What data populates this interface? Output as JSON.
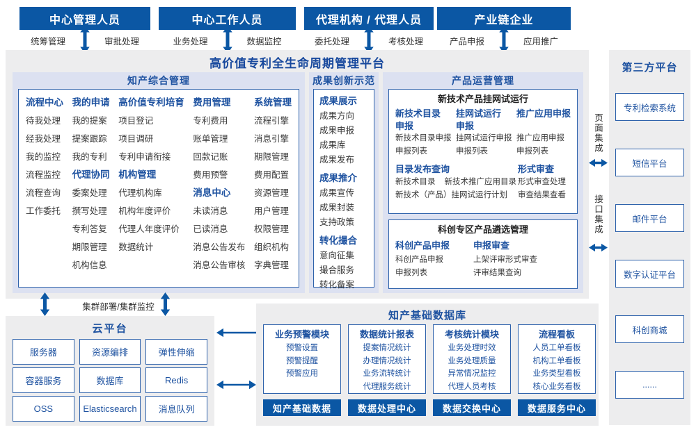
{
  "colors": {
    "primary": "#0b57a4",
    "accent_text": "#1e52a0",
    "panel_bg": "#ededee",
    "section_bg": "#dce1f1",
    "box_border": "#2e62ab",
    "item_text": "#3a3a3a"
  },
  "top_roles": [
    {
      "title": "中心管理人员",
      "left_label": "统筹管理",
      "right_label": "审批处理"
    },
    {
      "title": "中心工作人员",
      "left_label": "业务处理",
      "right_label": "数据监控"
    },
    {
      "title": "代理机构 / 代理人员",
      "left_label": "委托处理",
      "right_label": "考核处理"
    },
    {
      "title": "产业链企业",
      "left_label": "产品申报",
      "right_label": "应用推广"
    }
  ],
  "platform": {
    "title": "高价值专利全生命周期管理平台",
    "sections": {
      "zhichan": {
        "title": "知产综合管理",
        "columns": [
          {
            "groups": [
              {
                "header": "流程中心",
                "items": [
                  "待我处理",
                  "经我处理",
                  "我的监控",
                  "流程监控",
                  "流程查询",
                  "工作委托"
                ]
              }
            ]
          },
          {
            "groups": [
              {
                "header": "我的申请",
                "items": [
                  "我的提案",
                  "提案跟踪",
                  "我的专利"
                ]
              },
              {
                "header": "代理协同",
                "items": [
                  "委案处理",
                  "撰写处理",
                  "专利答复",
                  "期限管理",
                  "机构信息"
                ]
              }
            ]
          },
          {
            "groups": [
              {
                "header": "高价值专利培育",
                "items": [
                  "项目登记",
                  "项目调研",
                  "专利申请衔接"
                ]
              },
              {
                "header": "机构管理",
                "items": [
                  "代理机构库",
                  "机构年度评价",
                  "代理人年度评价",
                  "数据统计"
                ]
              }
            ]
          },
          {
            "groups": [
              {
                "header": "费用管理",
                "items": [
                  "专利费用",
                  "账单管理",
                  "回款记账",
                  "费用预警"
                ]
              },
              {
                "header": "消息中心",
                "items": [
                  "未读消息",
                  "已读消息",
                  "消息公告发布",
                  "消息公告审核"
                ]
              }
            ]
          },
          {
            "groups": [
              {
                "header": "系统管理",
                "items": [
                  "流程引擎",
                  "消息引擎",
                  "期限管理",
                  "费用配置",
                  "资源管理",
                  "用户管理",
                  "权限管理",
                  "组织机构",
                  "字典管理"
                ]
              }
            ]
          }
        ]
      },
      "chengguo": {
        "title": "成果创新示范",
        "groups": [
          {
            "header": "成果展示",
            "items": [
              "成果方向",
              "成果申报",
              "成果库",
              "成果发布"
            ]
          },
          {
            "header": "成果推介",
            "items": [
              "成果宣传",
              "成果封装",
              "支持政策"
            ]
          },
          {
            "header": "转化撮合",
            "items": [
              "意向征集",
              "撮合服务",
              "转化备案"
            ]
          }
        ]
      },
      "chanpin": {
        "title": "产品运营管理",
        "box1": {
          "title": "新技术产品挂网试运行",
          "columns": [
            {
              "header": "新技术目录\n申报",
              "items": [
                "新技术目录申报",
                "申报列表"
              ]
            },
            {
              "header": "挂网试运行\n申报",
              "items": [
                "挂网试运行申报",
                "申报列表"
              ]
            },
            {
              "header": "推广应用申报",
              "items": [
                "推广应用申报",
                "申报列表"
              ]
            }
          ],
          "bottom_left": {
            "header": "目录发布查询",
            "items": [
              "新技术目录",
              "新技术推广应用目录",
              "新技术（产品）挂网试运行计划"
            ]
          },
          "bottom_right": {
            "header": "形式审查",
            "items": [
              "形式审查处理",
              "审查结果查看"
            ]
          }
        },
        "box2": {
          "title": "科创专区产品遴选管理",
          "columns": [
            {
              "header": "科创产品申报",
              "items": [
                "科创产品申报",
                "申报列表"
              ]
            },
            {
              "header": "申报审查",
              "items": [
                "上架评审形式审查",
                "评审结果查询"
              ]
            }
          ]
        }
      }
    }
  },
  "integration": {
    "page": "页面集成",
    "interface": "接口集成"
  },
  "third_party": {
    "title": "第三方平台",
    "items": [
      "专利检索系统",
      "短信平台",
      "邮件平台",
      "数字认证平台",
      "科创商城",
      "......"
    ]
  },
  "cluster_label": "集群部署/集群监控",
  "cloud": {
    "title": "云平台",
    "items": [
      "服务器",
      "资源编排",
      "弹性伸缩",
      "容器服务",
      "数据库",
      "Redis",
      "OSS",
      "Elasticsearch",
      "消息队列"
    ]
  },
  "database": {
    "title": "知产基础数据库",
    "modules": [
      {
        "header": "业务预警模块",
        "items": [
          "预警设置",
          "预警提醒",
          "预警应用"
        ],
        "bar": "知产基础数据"
      },
      {
        "header": "数据统计报表",
        "items": [
          "提案情况统计",
          "办理情况统计",
          "业务流转统计",
          "代理服务统计"
        ],
        "bar": "数据处理中心"
      },
      {
        "header": "考核统计模块",
        "items": [
          "业务处理时效",
          "业务处理质量",
          "异常情况监控",
          "代理人员考核"
        ],
        "bar": "数据交换中心"
      },
      {
        "header": "流程看板",
        "items": [
          "人员工单看板",
          "机构工单看板",
          "业务类型看板",
          "核心业务看板"
        ],
        "bar": "数据服务中心"
      }
    ]
  }
}
